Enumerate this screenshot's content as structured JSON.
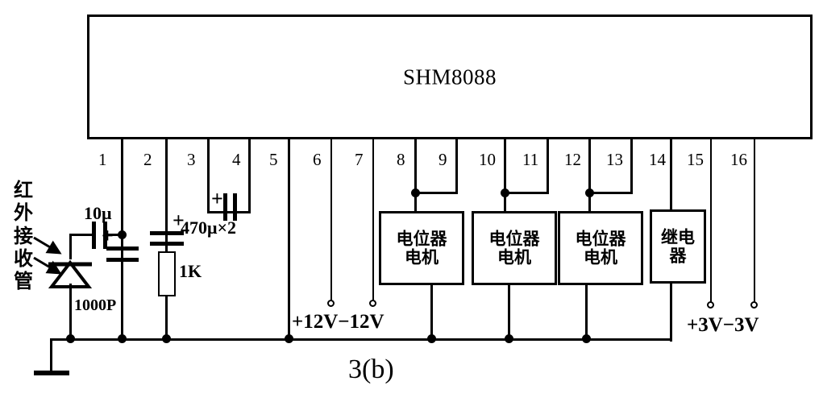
{
  "figure": {
    "caption": "3(b)",
    "ic_label": "SHM8088"
  },
  "ic": {
    "label": "SHM8088",
    "pins": [
      "1",
      "2",
      "3",
      "4",
      "5",
      "6",
      "7",
      "8",
      "9",
      "10",
      "11",
      "12",
      "13",
      "14",
      "15",
      "16"
    ]
  },
  "left_label": {
    "text": "红外接收管",
    "chars": [
      "红",
      "外",
      "接",
      "收",
      "管"
    ],
    "meaning": "infrared-receiver-diode"
  },
  "components": {
    "cap_10u": "10μ",
    "cap_1000p": "1000P",
    "cap_470u": "470μ×2",
    "res_1k": "1K",
    "polarity_plus": "+"
  },
  "blocks": [
    {
      "name": "potentiometer-motor-1",
      "line1": "电位器",
      "line2": "电机",
      "pins": [
        "8",
        "9"
      ]
    },
    {
      "name": "potentiometer-motor-2",
      "line1": "电位器",
      "line2": "电机",
      "pins": [
        "10",
        "11"
      ]
    },
    {
      "name": "potentiometer-motor-3",
      "line1": "电位器",
      "line2": "电机",
      "pins": [
        "12",
        "13"
      ]
    },
    {
      "name": "relay",
      "line1": "继",
      "line2": "电",
      "line3": "器",
      "text": "继电器",
      "pins": [
        "14"
      ]
    }
  ],
  "supplies": [
    {
      "name": "plus-12v",
      "label": "+12V",
      "pin": "6"
    },
    {
      "name": "minus-12v",
      "label": "−12V",
      "pin": "7"
    },
    {
      "name": "plus-3v",
      "label": "+3V",
      "pin": "15"
    },
    {
      "name": "minus-3v",
      "label": "−3V",
      "pin": "16"
    }
  ],
  "supply_text": {
    "v12": "+12V−12V",
    "v3": "+3V−3V"
  },
  "colors": {
    "ink": "#000000",
    "paper": "#ffffff"
  }
}
